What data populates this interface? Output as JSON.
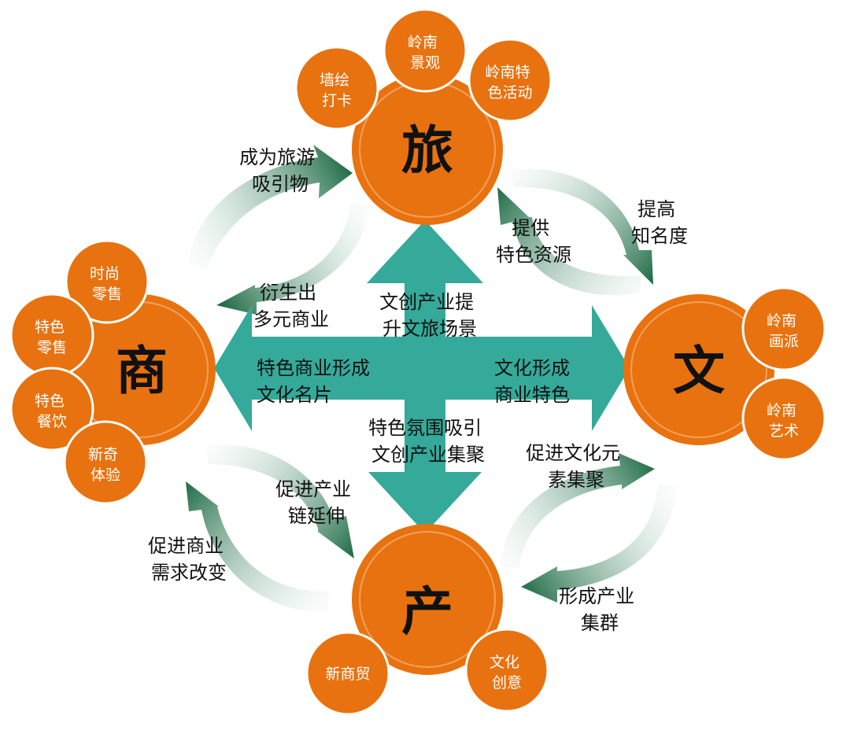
{
  "colors": {
    "orange": "#E8720F",
    "orange_ring": "#F2A15C",
    "teal": "#35A99A",
    "arrow_dark": "#1F6B45",
    "arrow_light": "#E3F1EA"
  },
  "hubs": {
    "lv": {
      "label": "旅",
      "satellites": [
        {
          "lines": [
            "墙绘",
            "打卡"
          ]
        },
        {
          "lines": [
            "岭南",
            "景观"
          ]
        },
        {
          "lines": [
            "岭南特",
            "色活动"
          ]
        }
      ]
    },
    "shang": {
      "label": "商",
      "satellites": [
        {
          "lines": [
            "时尚",
            "零售"
          ]
        },
        {
          "lines": [
            "特色",
            "零售"
          ]
        },
        {
          "lines": [
            "特色",
            "餐饮"
          ]
        },
        {
          "lines": [
            "新奇",
            "体验"
          ]
        }
      ]
    },
    "wen": {
      "label": "文",
      "satellites": [
        {
          "lines": [
            "岭南",
            "画派"
          ]
        },
        {
          "lines": [
            "岭南",
            "艺术"
          ]
        }
      ]
    },
    "chan": {
      "label": "产",
      "satellites": [
        {
          "lines": [
            "新商贸"
          ]
        },
        {
          "lines": [
            "文化",
            "创意"
          ]
        }
      ]
    }
  },
  "cross": {
    "up": [
      "文创产业提",
      "升文旅场景"
    ],
    "left": [
      "特色商业形成",
      "文化名片"
    ],
    "right": [
      "文化形成",
      "商业特色"
    ],
    "down": [
      "特色氛围吸引",
      "文创产业集聚"
    ]
  },
  "flows": {
    "shang_to_lv": [
      "成为旅游",
      "吸引物"
    ],
    "lv_to_shang": [
      "衍生出",
      "多元商业"
    ],
    "lv_to_wen": [
      "提高",
      "知名度"
    ],
    "wen_to_lv": [
      "提供",
      "特色资源"
    ],
    "shang_to_chan": [
      "促进产业",
      "链延伸"
    ],
    "chan_to_shang": [
      "促进商业",
      "需求改变"
    ],
    "chan_to_wen": [
      "促进文化元",
      "素集聚"
    ],
    "wen_to_chan": [
      "形成产业",
      "集群"
    ]
  }
}
